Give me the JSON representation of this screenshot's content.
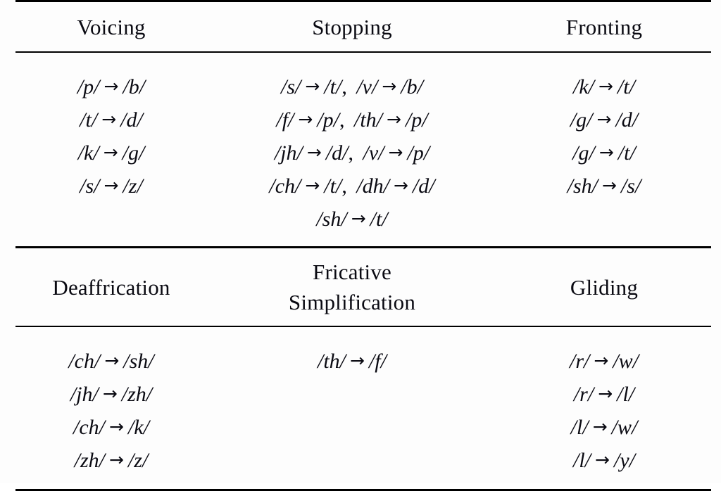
{
  "table": {
    "sections": [
      {
        "headers": [
          "Voicing",
          "Stopping",
          "Fronting"
        ],
        "columns": [
          {
            "name": "Voicing",
            "rules": [
              [
                {
                  "from": "/p/",
                  "to": "/b/"
                }
              ],
              [
                {
                  "from": "/t/",
                  "to": "/d/"
                }
              ],
              [
                {
                  "from": "/k/",
                  "to": "/g/"
                }
              ],
              [
                {
                  "from": "/s/",
                  "to": "/z/"
                }
              ]
            ]
          },
          {
            "name": "Stopping",
            "rules": [
              [
                {
                  "from": "/s/",
                  "to": "/t/"
                },
                {
                  "from": "/v/",
                  "to": "/b/"
                }
              ],
              [
                {
                  "from": "/f/",
                  "to": "/p/"
                },
                {
                  "from": "/th/",
                  "to": "/p/"
                }
              ],
              [
                {
                  "from": "/jh/",
                  "to": "/d/"
                },
                {
                  "from": "/v/",
                  "to": "/p/"
                }
              ],
              [
                {
                  "from": "/ch/",
                  "to": "/t/"
                },
                {
                  "from": "/dh/",
                  "to": "/d/"
                }
              ],
              [
                {
                  "from": "/sh/",
                  "to": "/t/"
                }
              ]
            ]
          },
          {
            "name": "Fronting",
            "rules": [
              [
                {
                  "from": "/k/",
                  "to": "/t/"
                }
              ],
              [
                {
                  "from": "/g/",
                  "to": "/d/"
                }
              ],
              [
                {
                  "from": "/g/",
                  "to": "/t/"
                }
              ],
              [
                {
                  "from": "/sh/",
                  "to": "/s/"
                }
              ]
            ]
          }
        ]
      },
      {
        "headers": [
          "Deaffrication",
          "Fricative\nSimplification",
          "Gliding"
        ],
        "columns": [
          {
            "name": "Deaffrication",
            "rules": [
              [
                {
                  "from": "/ch/",
                  "to": "/sh/"
                }
              ],
              [
                {
                  "from": "/jh/",
                  "to": "/zh/"
                }
              ],
              [
                {
                  "from": "/ch/",
                  "to": "/k/"
                }
              ],
              [
                {
                  "from": "/zh/",
                  "to": "/z/"
                }
              ]
            ]
          },
          {
            "name": "Fricative Simplification",
            "rules": [
              [
                {
                  "from": "/th/",
                  "to": "/f/"
                }
              ]
            ]
          },
          {
            "name": "Gliding",
            "rules": [
              [
                {
                  "from": "/r/",
                  "to": "/w/"
                }
              ],
              [
                {
                  "from": "/r/",
                  "to": "/l/"
                }
              ],
              [
                {
                  "from": "/l/",
                  "to": "/w/"
                }
              ],
              [
                {
                  "from": "/l/",
                  "to": "/y/"
                }
              ]
            ]
          }
        ]
      }
    ],
    "arrow_glyph": "→",
    "pair_separator": ","
  }
}
